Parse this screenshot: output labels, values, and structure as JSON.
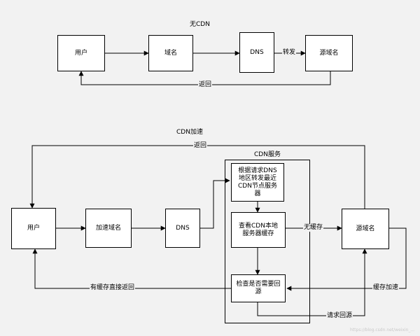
{
  "top": {
    "title": "无CDN",
    "nodes": {
      "user": "用户",
      "domain": "域名",
      "dns": "DNS",
      "origin": "源域名"
    },
    "edges": {
      "forward": "转发",
      "return": "返回"
    }
  },
  "bottom": {
    "title": "CDN加速",
    "group_label": "CDN服务",
    "nodes": {
      "user": "用户",
      "accel_domain": "加速域名",
      "dns": "DNS",
      "route": "根据请求DNS地区转发最近CDN节点服务器",
      "check_cache": "查看CDN本地服务器缓存",
      "check_fetch": "检查是否需要回源",
      "origin": "源域名"
    },
    "edges": {
      "return_top": "返回",
      "no_cache": "无缓存",
      "has_cache": "有缓存直接返回",
      "cache_accel": "缓存加速",
      "request_origin": "请求回源"
    }
  },
  "watermark": "https://blog.csdn.net/weixin_..."
}
